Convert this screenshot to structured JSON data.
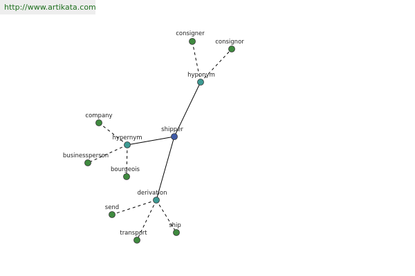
{
  "source": {
    "url": "http://www.artikata.com"
  },
  "colors": {
    "root": "#3f5aa6",
    "relation": "#3d9a93",
    "leaf": "#3f8a3f",
    "edge": "#000000"
  },
  "graph": {
    "nodes": [
      {
        "id": "shipper",
        "label": "shipper",
        "kind": "root"
      },
      {
        "id": "hyponym",
        "label": "hyponym",
        "kind": "relation"
      },
      {
        "id": "hypernym",
        "label": "hypernym",
        "kind": "relation"
      },
      {
        "id": "derivation",
        "label": "derivation",
        "kind": "relation"
      },
      {
        "id": "consigner",
        "label": "consigner",
        "kind": "leaf"
      },
      {
        "id": "consignor",
        "label": "consignor",
        "kind": "leaf"
      },
      {
        "id": "company",
        "label": "company",
        "kind": "leaf"
      },
      {
        "id": "businessperson",
        "label": "businessperson",
        "kind": "leaf"
      },
      {
        "id": "bourgeois",
        "label": "bourgeois",
        "kind": "leaf"
      },
      {
        "id": "send",
        "label": "send",
        "kind": "leaf"
      },
      {
        "id": "transport",
        "label": "transport",
        "kind": "leaf"
      },
      {
        "id": "ship",
        "label": "ship",
        "kind": "leaf"
      }
    ],
    "edges": [
      {
        "from": "shipper",
        "to": "hyponym",
        "style": "solid"
      },
      {
        "from": "shipper",
        "to": "hypernym",
        "style": "solid"
      },
      {
        "from": "shipper",
        "to": "derivation",
        "style": "solid"
      },
      {
        "from": "hyponym",
        "to": "consigner",
        "style": "dashed"
      },
      {
        "from": "hyponym",
        "to": "consignor",
        "style": "dashed"
      },
      {
        "from": "hypernym",
        "to": "company",
        "style": "dashed"
      },
      {
        "from": "hypernym",
        "to": "businessperson",
        "style": "dashed"
      },
      {
        "from": "hypernym",
        "to": "bourgeois",
        "style": "dashed"
      },
      {
        "from": "derivation",
        "to": "send",
        "style": "dashed"
      },
      {
        "from": "derivation",
        "to": "transport",
        "style": "dashed"
      },
      {
        "from": "derivation",
        "to": "ship",
        "style": "dashed"
      }
    ]
  }
}
